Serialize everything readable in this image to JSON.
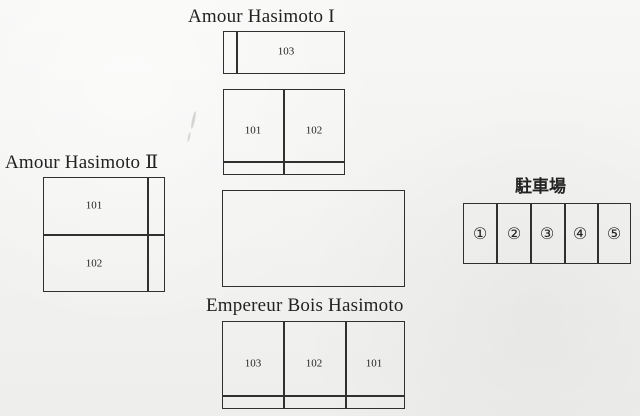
{
  "buildings": {
    "amour_i": {
      "name": "Amour Hasimoto I",
      "units": [
        "103",
        "101",
        "102"
      ]
    },
    "amour_ii": {
      "name": "Amour Hasimoto Ⅱ",
      "units": [
        "101",
        "102"
      ]
    },
    "empereur": {
      "name": "Empereur Bois Hasimoto",
      "units": [
        "103",
        "102",
        "101"
      ]
    }
  },
  "parking": {
    "title": "駐車場",
    "spots": [
      "①",
      "②",
      "③",
      "④",
      "⑤"
    ]
  }
}
